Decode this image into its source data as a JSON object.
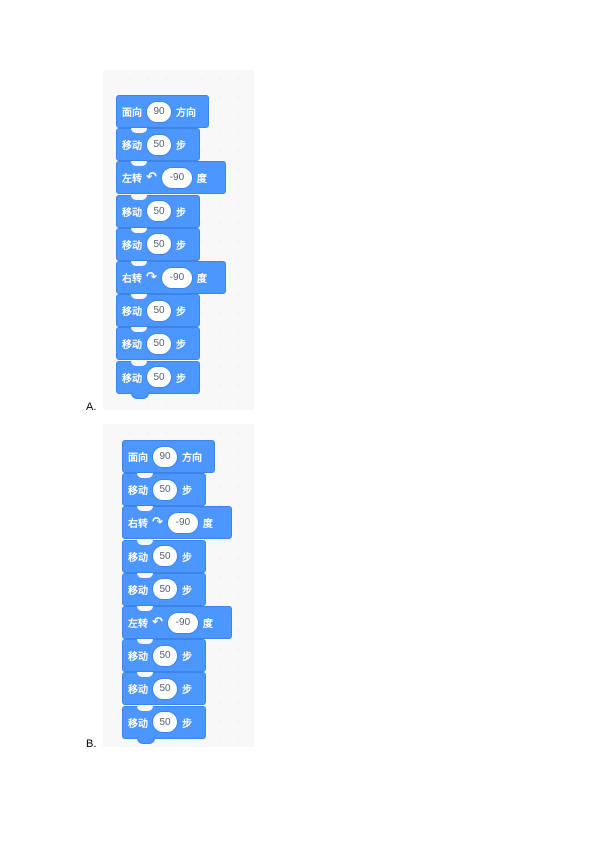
{
  "options": [
    {
      "label": "A.",
      "blocks": [
        {
          "kind": "point",
          "text1": "面向",
          "value": "90",
          "text2": "方向"
        },
        {
          "kind": "move",
          "text1": "移动",
          "value": "50",
          "text2": "步"
        },
        {
          "kind": "turn-left",
          "text1": "左转",
          "icon": "rotate-left-icon",
          "glyph": "↶",
          "value": "-90",
          "text2": "度"
        },
        {
          "kind": "move",
          "text1": "移动",
          "value": "50",
          "text2": "步"
        },
        {
          "kind": "move",
          "text1": "移动",
          "value": "50",
          "text2": "步"
        },
        {
          "kind": "turn-right",
          "text1": "右转",
          "icon": "rotate-right-icon",
          "glyph": "↷",
          "value": "-90",
          "text2": "度"
        },
        {
          "kind": "move",
          "text1": "移动",
          "value": "50",
          "text2": "步"
        },
        {
          "kind": "move",
          "text1": "移动",
          "value": "50",
          "text2": "步"
        },
        {
          "kind": "move",
          "text1": "移动",
          "value": "50",
          "text2": "步"
        }
      ]
    },
    {
      "label": "B.",
      "blocks": [
        {
          "kind": "point",
          "text1": "面向",
          "value": "90",
          "text2": "方向"
        },
        {
          "kind": "move",
          "text1": "移动",
          "value": "50",
          "text2": "步"
        },
        {
          "kind": "turn-right",
          "text1": "右转",
          "icon": "rotate-right-icon",
          "glyph": "↷",
          "value": "-90",
          "text2": "度"
        },
        {
          "kind": "move",
          "text1": "移动",
          "value": "50",
          "text2": "步"
        },
        {
          "kind": "move",
          "text1": "移动",
          "value": "50",
          "text2": "步"
        },
        {
          "kind": "turn-left",
          "text1": "左转",
          "icon": "rotate-left-icon",
          "glyph": "↶",
          "value": "-90",
          "text2": "度"
        },
        {
          "kind": "move",
          "text1": "移动",
          "value": "50",
          "text2": "步"
        },
        {
          "kind": "move",
          "text1": "移动",
          "value": "50",
          "text2": "步"
        },
        {
          "kind": "move",
          "text1": "移动",
          "value": "50",
          "text2": "步"
        }
      ]
    }
  ],
  "colors": {
    "block": "#4c97ff",
    "block_border": "#3d84e6",
    "panel": "#f8f8f8"
  }
}
